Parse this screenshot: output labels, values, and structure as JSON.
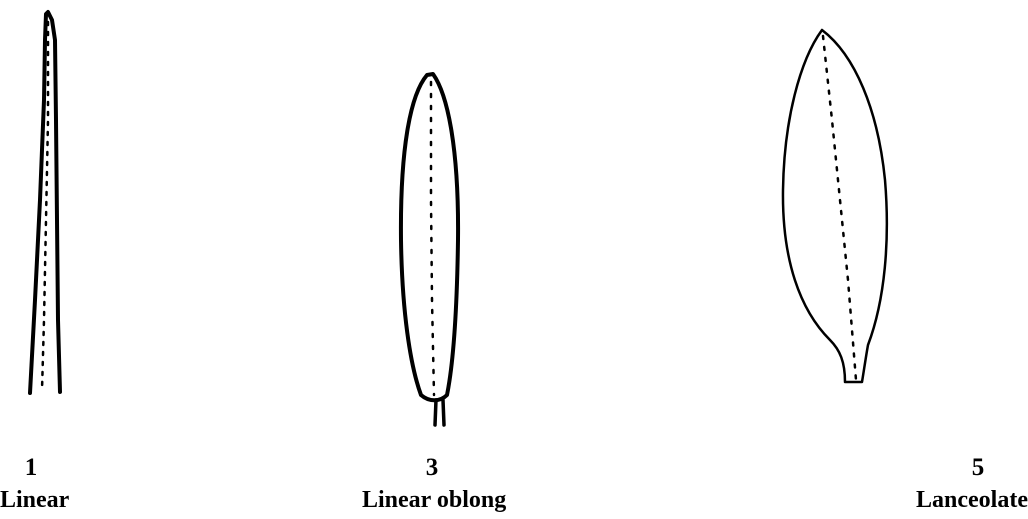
{
  "title": "",
  "colors": {
    "background": "#ffffff",
    "ink": "#000000"
  },
  "leaves": [
    {
      "number": "1",
      "name": "Linear",
      "shape_icon": "linear-leaf-icon"
    },
    {
      "number": "3",
      "name": "Linear oblong",
      "shape_icon": "linear-oblong-leaf-icon"
    },
    {
      "number": "5",
      "name": "Lanceolate",
      "shape_icon": "lanceolate-leaf-icon"
    }
  ]
}
